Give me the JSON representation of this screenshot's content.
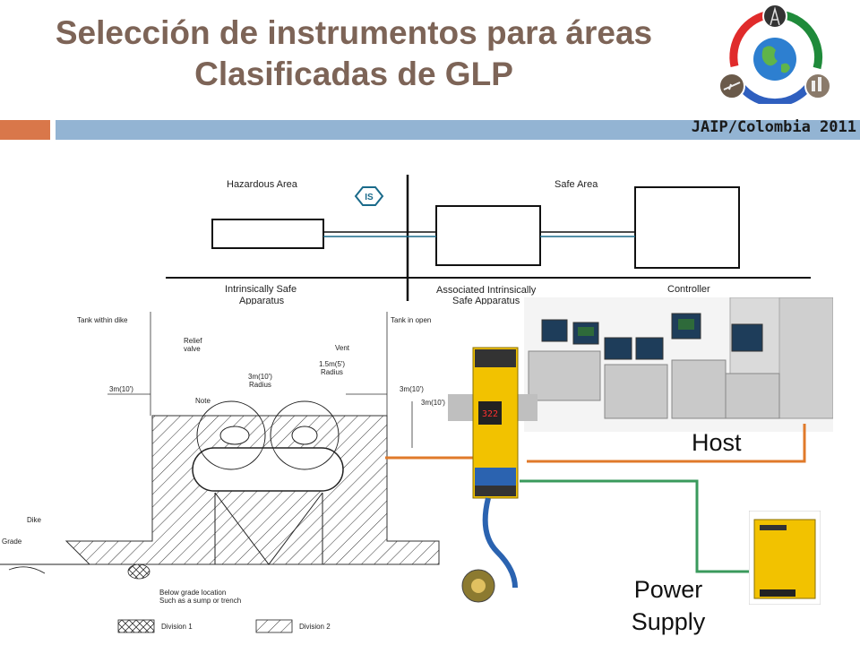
{
  "slide": {
    "title_line1": "Selección de instrumentos para áreas",
    "title_line2": "Clasificadas de GLP",
    "event_text": "JAIP/Colombia 2011"
  },
  "colors": {
    "title": "#7d6457",
    "accent_orange": "#d9774a",
    "accent_blue": "#93b4d3",
    "wire_orange": "#e07a2a",
    "wire_green": "#3a9a5c",
    "barrier_yellow": "#f2c200"
  },
  "is_diagram": {
    "hazardous_area": "Hazardous Area",
    "safe_area": "Safe Area",
    "is_badge": "IS",
    "label_apparatus_1": "Intrinsically Safe",
    "label_apparatus_2": "Apparatus",
    "label_associated_1": "Associated Intrinsically",
    "label_associated_2": "Safe Apparatus",
    "label_controller": "Controller"
  },
  "classification_drawing": {
    "tank_within_dike": "Tank within dike",
    "tank_in_open": "Tank in open",
    "relief_valve_1": "Relief",
    "relief_valve_2": "valve",
    "vent": "Vent",
    "radius_3m_1": "3m(10')",
    "radius_3m_2": "Radius",
    "radius_15m_1": "1.5m(5')",
    "radius_15m_2": "Radius",
    "note": "Note",
    "dim_left": "3m(10')",
    "dim_right": "3m(10')",
    "dim_vertical": "3m(10')",
    "dike": "Dike",
    "grade": "Grade",
    "below_grade_1": "Below grade location",
    "below_grade_2": "Such as a sump or trench",
    "legend_division1": "Division 1",
    "legend_division2": "Division 2"
  },
  "photos": {
    "barrier_display": "322",
    "host_label": "Host",
    "power_label_1": "Power",
    "power_label_2": "Supply",
    "icons": [
      "globe-icon",
      "oil-rig-icon",
      "pumpjack-icon",
      "refinery-icon"
    ]
  }
}
